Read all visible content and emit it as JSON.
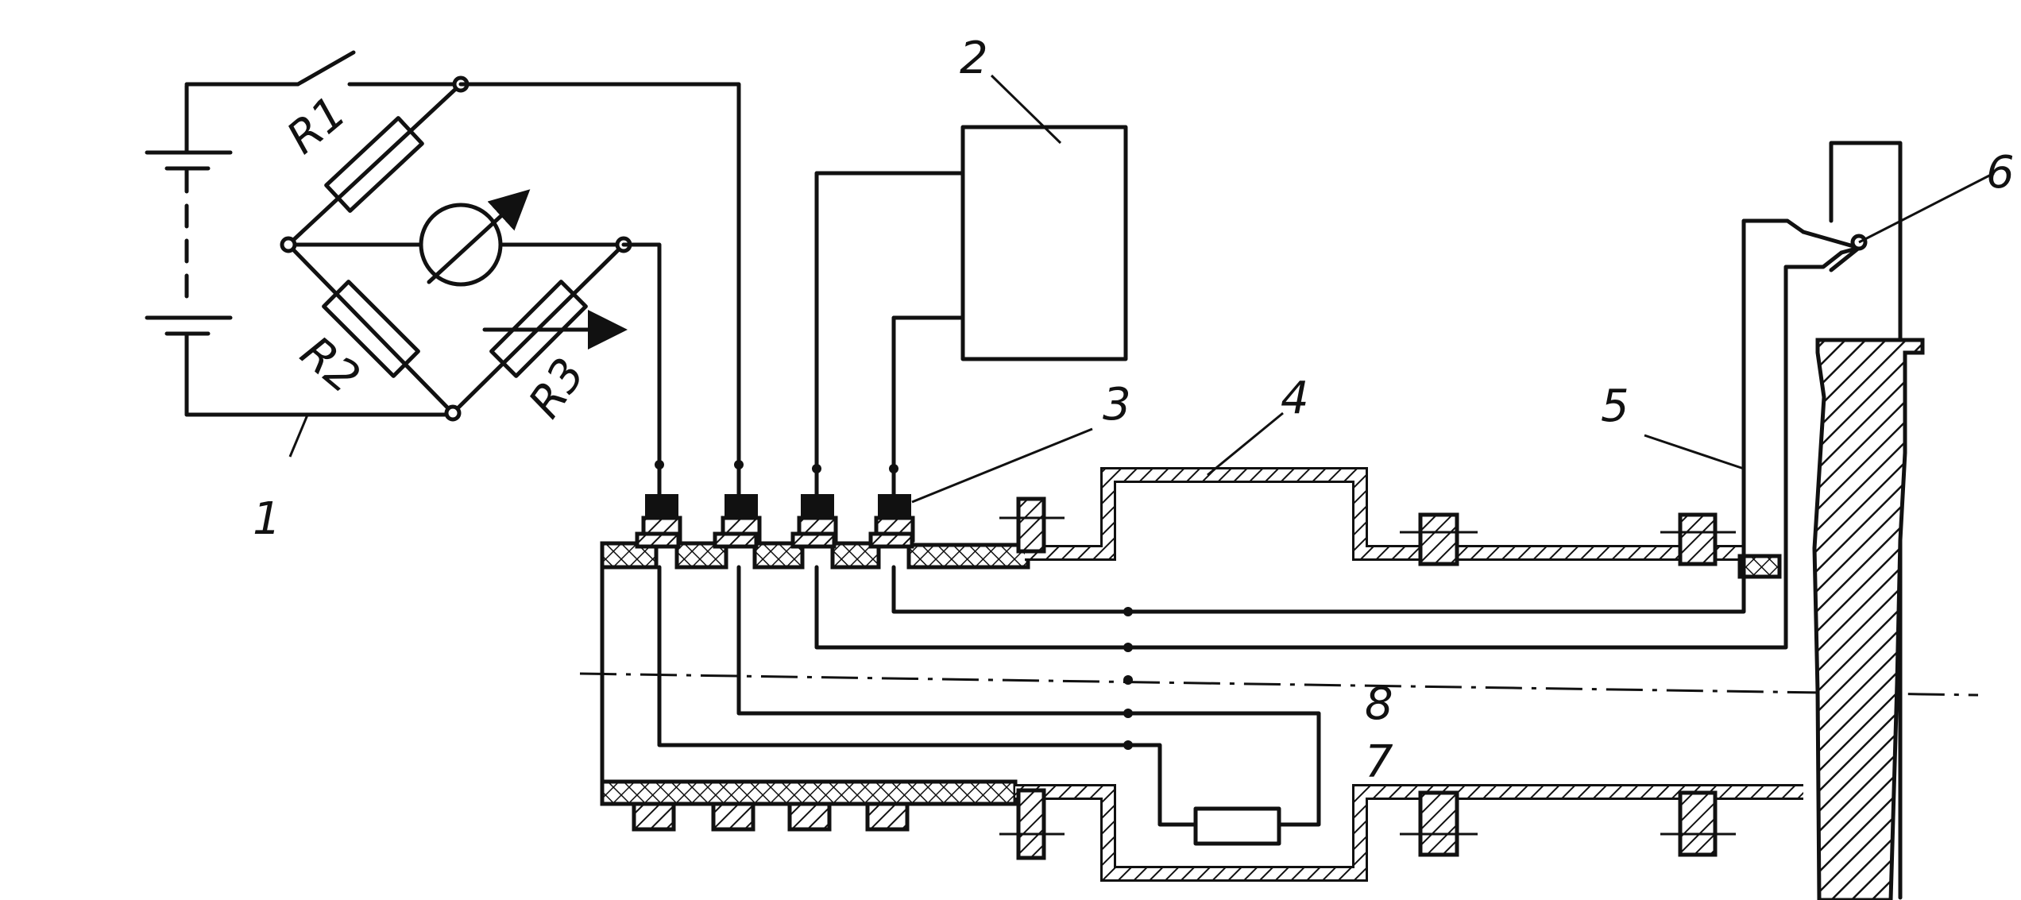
{
  "labels": {
    "r1": "R1",
    "r2": "R2",
    "r3": "R3",
    "n1": "1",
    "n2": "2",
    "n3": "3",
    "n4": "4",
    "n5": "5",
    "n6": "6",
    "n7": "7",
    "n8": "8"
  },
  "colors": {
    "ink": "#111111",
    "paper": "#ffffff"
  },
  "icons": {
    "battery": "battery-icon",
    "switch": "switch-icon",
    "galvanometer": "galvanometer-icon",
    "resistor": "resistor-icon"
  }
}
